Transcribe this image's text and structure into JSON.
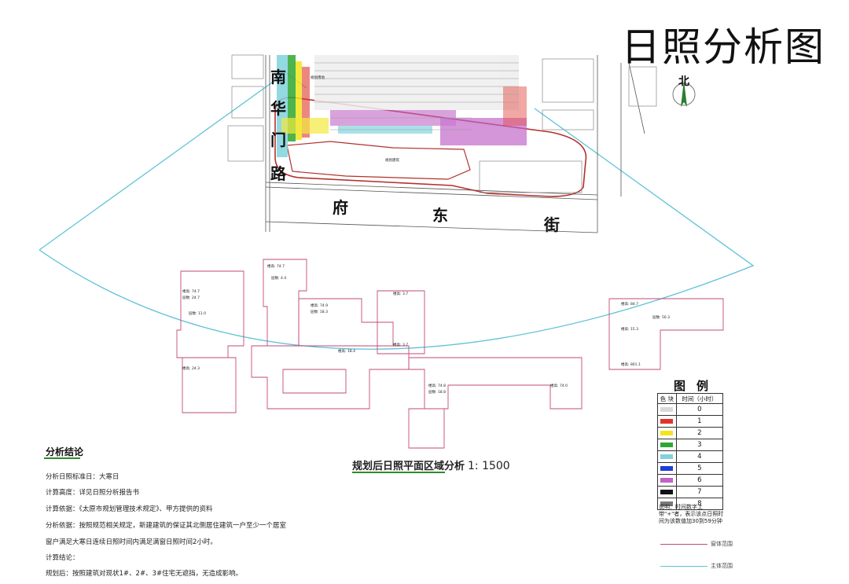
{
  "title": "日照分析图",
  "north": "北",
  "streets": {
    "nanhua": [
      "南",
      "华",
      "门",
      "路"
    ],
    "fudong": [
      "府",
      "东",
      "街"
    ]
  },
  "plan_caption": {
    "text": "规划后日照平面区域分析",
    "scale": "1: 1500"
  },
  "conclusion": {
    "heading": "分析结论",
    "lines": [
      "分析日照标准日：大寒日",
      "计算高度：详见日照分析报告书",
      "计算依据：《太原市规划管理技术规定》、甲方提供的资料",
      "分析依据：按照规范相关规定，新建建筑的保证其北侧居住建筑一户至少一个居室",
      "窗户满足大寒日连续日照时间内满足满窗日照时间2小时。",
      "计算结论：",
      "规划后：按照建筑对现状1#、2#、3#住宅无遮挡，无造成影响。"
    ]
  },
  "legend": {
    "title": "图例",
    "col_color": "色 块",
    "col_hours": "时间（小时）",
    "rows": [
      {
        "hours": "0",
        "color": "#d9d9d9"
      },
      {
        "hours": "1",
        "color": "#e0342b"
      },
      {
        "hours": "2",
        "color": "#f2e51c"
      },
      {
        "hours": "3",
        "color": "#2fa832"
      },
      {
        "hours": "4",
        "color": "#7fd3dc"
      },
      {
        "hours": "5",
        "color": "#1f3fd6"
      },
      {
        "hours": "6",
        "color": "#c064c8"
      },
      {
        "hours": "7",
        "color": "#111111"
      },
      {
        "hours": "8",
        "color": "#7a7a7a"
      }
    ],
    "note": "说明：时间数字上带\"+\"者，表示该点日照时间为该数值加30到59分钟"
  },
  "line_key": [
    {
      "label": "窗体范围",
      "color": "#c24a7a"
    },
    {
      "label": "主体范围",
      "color": "#5fc2d6"
    }
  ]
}
